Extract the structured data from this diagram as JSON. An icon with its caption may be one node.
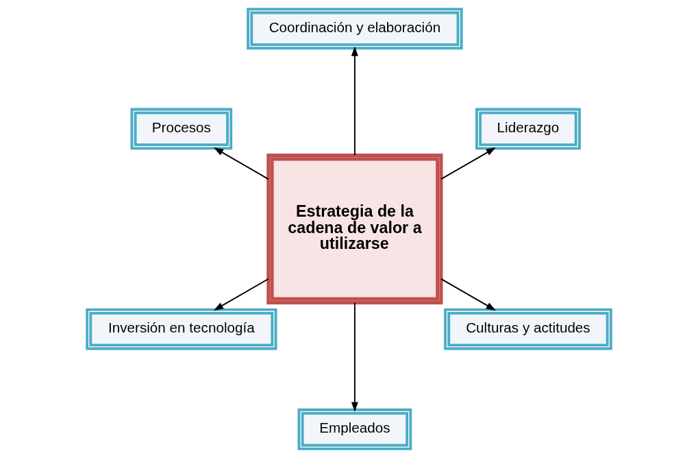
{
  "diagram": {
    "nodes": [
      {
        "text": [
          "Coordinación y elaboración"
        ]
      },
      {
        "text": [
          "Estrategia de la cadena de valor a utilizarse"
        ]
      },
      {
        "text": [
          "Procesos"
        ]
      },
      {
        "text": [
          "Liderazgo"
        ]
      },
      {
        "text": [
          "Inversión en tecnología"
        ]
      },
      {
        "text": [
          "Culturas y actitudes"
        ]
      },
      {
        "text": [
          "Empleados"
        ]
      }
    ],
    "edges": [
      {
        "from": 1,
        "to": 0,
        "arrow": "to"
      },
      {
        "from": 1,
        "to": 3,
        "arrow": "to"
      },
      {
        "from": 1,
        "to": 5,
        "arrow": "to"
      },
      {
        "from": 1,
        "to": 6,
        "arrow": "to"
      },
      {
        "from": 1,
        "to": 4,
        "arrow": "to"
      },
      {
        "from": 1,
        "to": 2,
        "arrow": "to"
      }
    ]
  }
}
